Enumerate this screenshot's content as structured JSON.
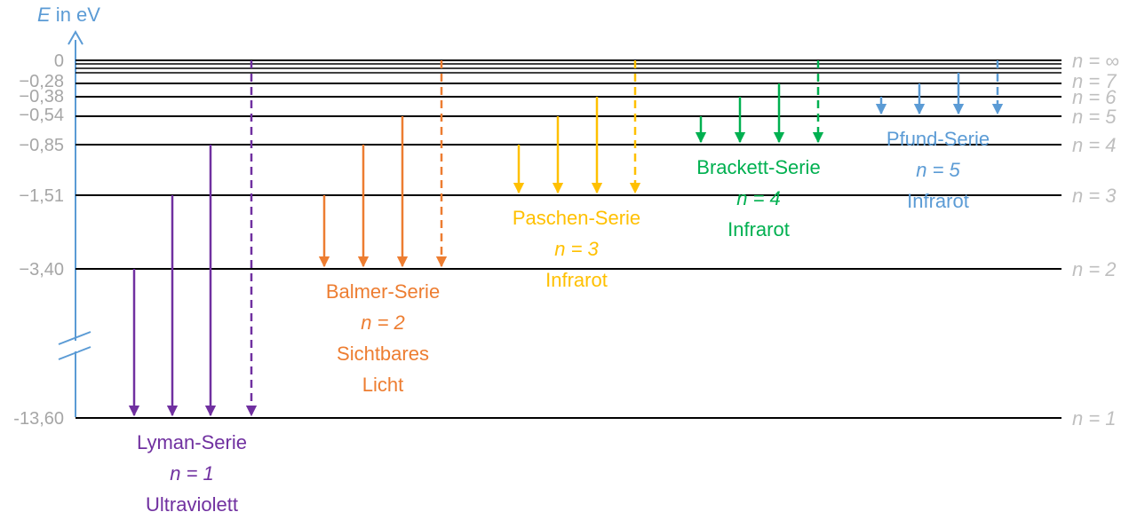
{
  "axis": {
    "label_var": "E",
    "label_unit": " in eV"
  },
  "colors": {
    "axis": "#5b9bd5",
    "levels": "#000000",
    "ylabels": "#a6a6a6",
    "nlabels": "#bfbfbf",
    "lyman": "#7030a0",
    "balmer": "#ed7d31",
    "paschen": "#ffc000",
    "brackett": "#00b050",
    "pfund": "#5b9bd5"
  },
  "levels": [
    {
      "energy": "0",
      "n_label": "n = ∞"
    },
    {
      "energy": "−0,28",
      "n_label": "n = 7"
    },
    {
      "energy": "−0,38",
      "n_label": "n = 6"
    },
    {
      "energy": "−0,54",
      "n_label": "n = 5"
    },
    {
      "energy": "−0,85",
      "n_label": "n = 4"
    },
    {
      "energy": "−1,51",
      "n_label": "n = 3"
    },
    {
      "energy": "−3,40",
      "n_label": "n = 2"
    },
    {
      "energy": "-13,60",
      "n_label": "n = 1"
    }
  ],
  "series": [
    {
      "key": "lyman",
      "lines": [
        "Lyman-Serie",
        "n = 1",
        "Ultraviolett"
      ]
    },
    {
      "key": "balmer",
      "lines": [
        "Balmer-Serie",
        "n = 2",
        "Sichtbares",
        "Licht"
      ]
    },
    {
      "key": "paschen",
      "lines": [
        "Paschen-Serie",
        "n = 3",
        "Infrarot"
      ]
    },
    {
      "key": "brackett",
      "lines": [
        "Brackett-Serie",
        "n = 4",
        "Infrarot"
      ]
    },
    {
      "key": "pfund",
      "lines": [
        "Pfund-Serie",
        "n = 5",
        "Infrarot"
      ]
    }
  ]
}
